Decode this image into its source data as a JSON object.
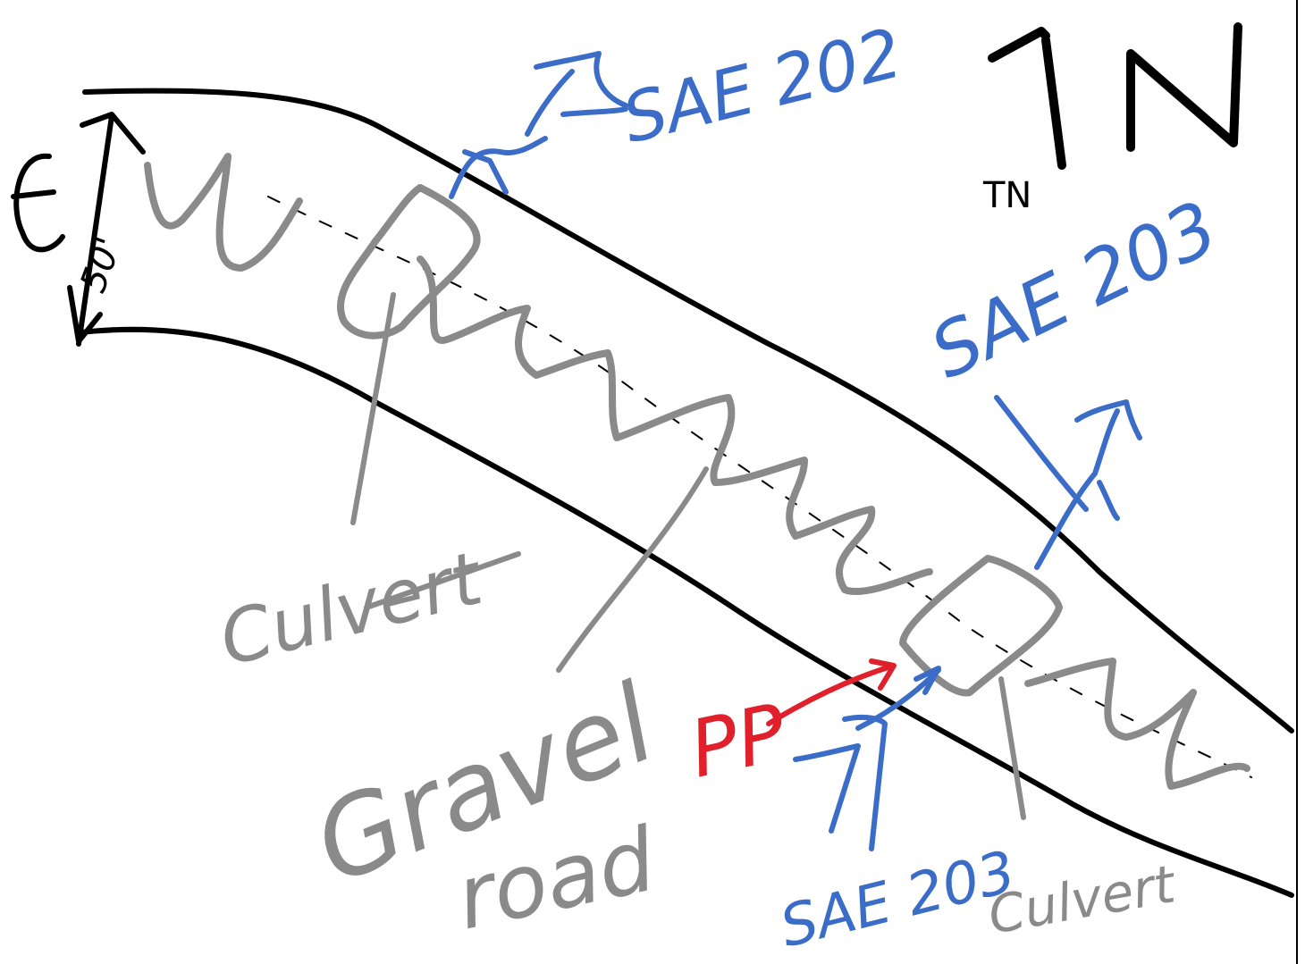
{
  "colors": {
    "background": "#ffffff",
    "road_edge": "#000000",
    "stream": "#8a8a8a",
    "blue_annotation": "#3a6cc8",
    "red_annotation": "#e0202a"
  },
  "labels": {
    "north": "TN",
    "width_value": "50'",
    "stream_edge": "Є",
    "sae_top": "SAE 202",
    "sae_right": "SAE 203",
    "sae_bottom": "SAE 203",
    "culvert_left": "Culvert",
    "culvert_right": "Culvert",
    "gravel_road_line1": "Gravel",
    "gravel_road_line2": "road",
    "pp": "PP"
  }
}
